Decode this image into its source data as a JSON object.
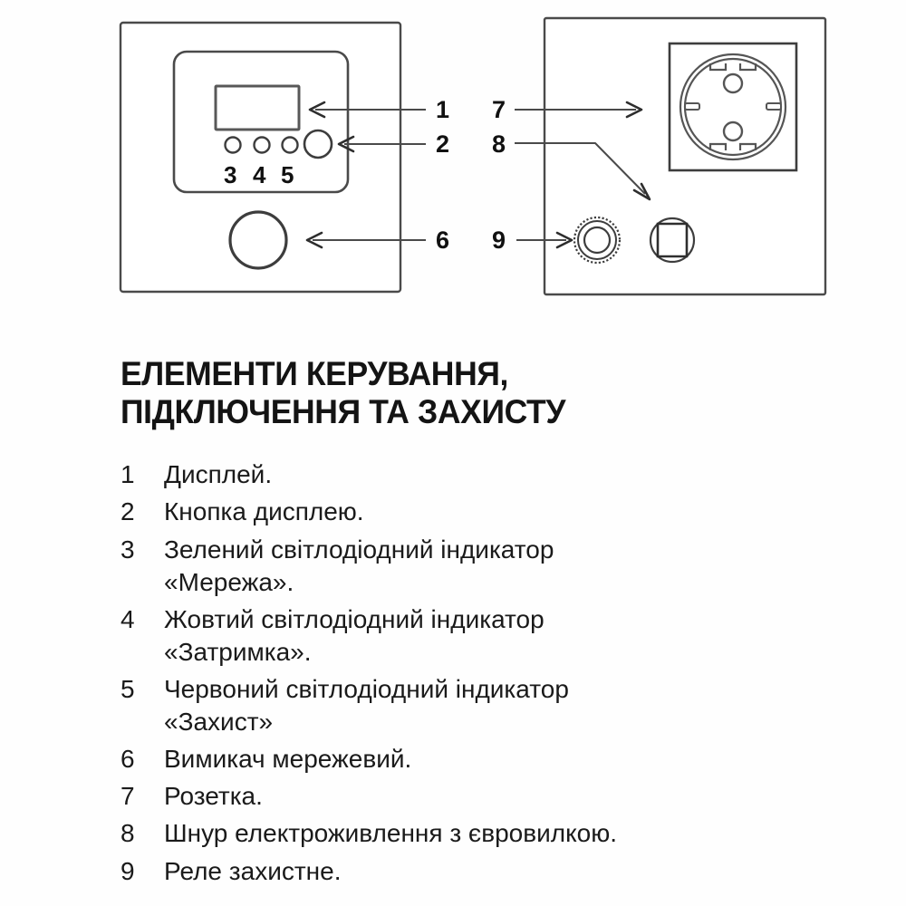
{
  "heading": "ЕЛЕМЕНТИ КЕРУВАННЯ,\nПІДКЛЮЧЕННЯ ТА ЗАХИСТУ",
  "diagram": {
    "left_panel": {
      "name": "control-panel-front-view",
      "display_label": "display",
      "button_label": "display-button",
      "led_labels": [
        "3",
        "4",
        "5"
      ],
      "power_switch_label": "power-switch"
    },
    "right_panel": {
      "name": "rear-panel-view",
      "socket_label": "schuko-socket",
      "relay_label": "protective-relay",
      "cord_label": "power-cord-grommet"
    },
    "callouts": [
      {
        "number": "1",
        "target": "display"
      },
      {
        "number": "2",
        "target": "display-button"
      },
      {
        "number": "6",
        "target": "power-switch"
      },
      {
        "number": "7",
        "target": "socket"
      },
      {
        "number": "8",
        "target": "power-cord"
      },
      {
        "number": "9",
        "target": "protective-relay"
      }
    ],
    "colors": {
      "stroke": "#4a4a4a",
      "stroke_dark": "#2e2e2e",
      "background": "#ffffff"
    }
  },
  "legend": [
    {
      "num": "1",
      "text": "Дисплей."
    },
    {
      "num": "2",
      "text": "Кнопка дисплею."
    },
    {
      "num": "3",
      "text": "Зелений світлодіодний індикатор\n«Мережа»."
    },
    {
      "num": "4",
      "text": "Жовтий світлодіодний індикатор\n«Затримка»."
    },
    {
      "num": "5",
      "text": "Червоний світлодіодний індикатор\n«Захист»"
    },
    {
      "num": "6",
      "text": "Вимикач мережевий."
    },
    {
      "num": "7",
      "text": "Розетка."
    },
    {
      "num": "8",
      "text": "Шнур електроживлення з євровилкою."
    },
    {
      "num": "9",
      "text": "Реле захистне."
    }
  ]
}
